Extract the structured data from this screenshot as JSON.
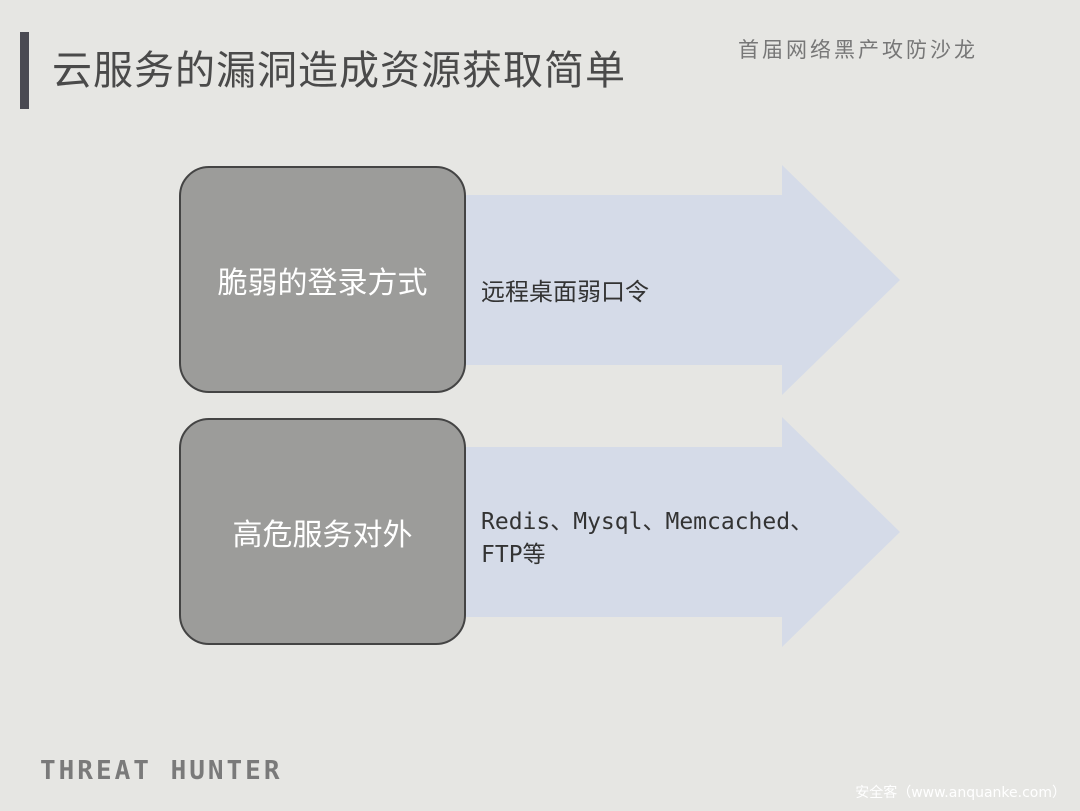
{
  "title": "云服务的漏洞造成资源获取简单",
  "event": "首届网络黑产攻防沙龙",
  "rows": [
    {
      "label": "脆弱的登录方式",
      "detail": "远程桌面弱口令"
    },
    {
      "label": "高危服务对外",
      "detail": "Redis、Mysql、Memcached、FTP等"
    }
  ],
  "logo": "THREAT HUNTER",
  "watermark": "安全客（www.anquanke.com）",
  "colors": {
    "arrow": "#d5dbe8",
    "box": "#9c9c9a"
  }
}
